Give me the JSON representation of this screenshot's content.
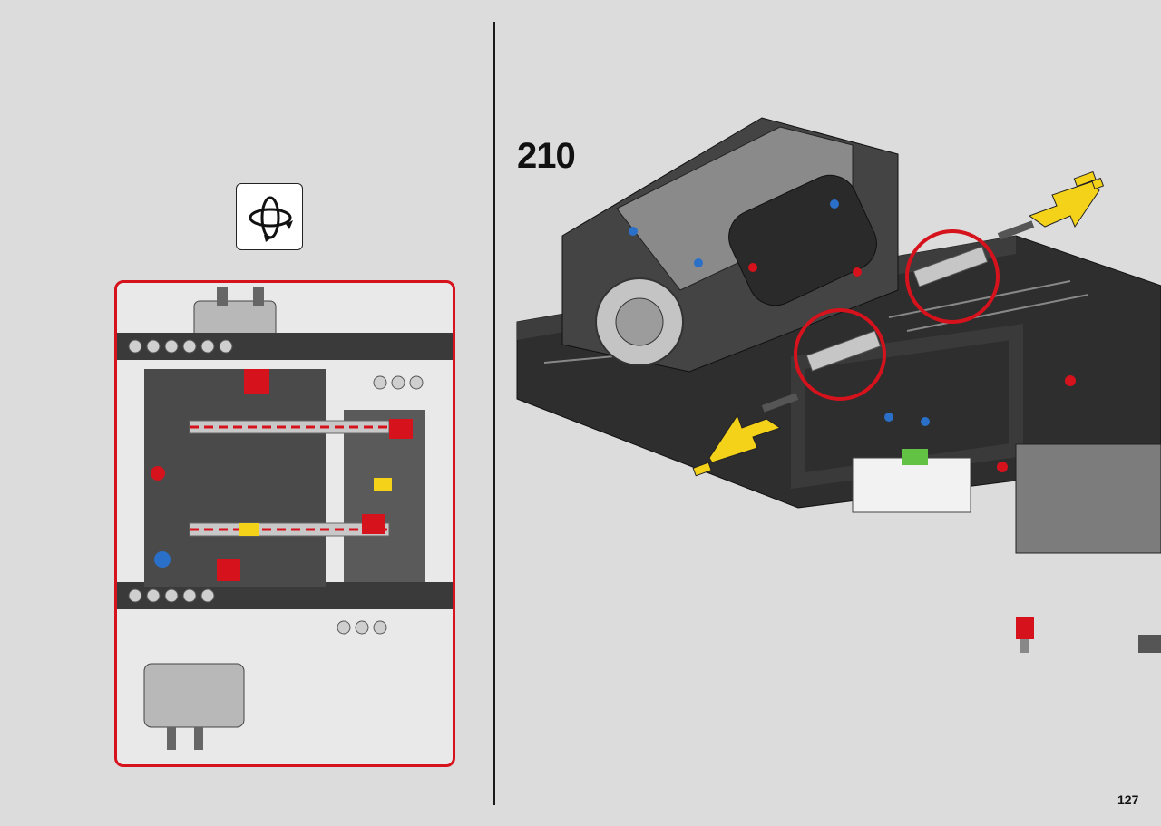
{
  "step": {
    "number": "210"
  },
  "page": {
    "number": "127"
  },
  "icons": {
    "rotate": "rotate-model-icon",
    "insert_arrow": "insert-direction-arrow",
    "highlight": "highlight-circle"
  },
  "colors": {
    "background": "#dcdcdc",
    "callout_border": "#d6121c",
    "arrow": "#f5d21a",
    "highlight_circle": "#d6121c",
    "part_dark": "#2b2b2b",
    "part_light": "#b8b8b8",
    "part_red": "#d6121c"
  }
}
